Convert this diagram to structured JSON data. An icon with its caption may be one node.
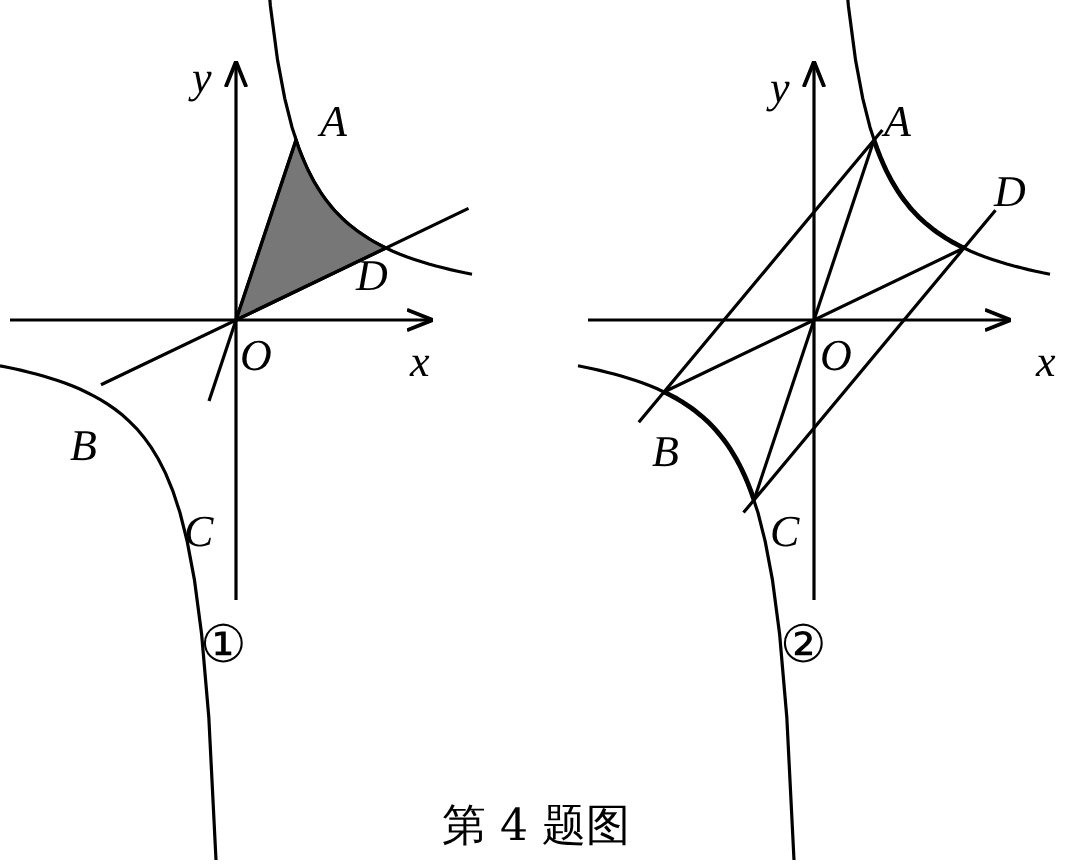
{
  "diagram": {
    "caption": "第 4 题图",
    "labels": [
      "y",
      "A",
      "D",
      "O",
      "x",
      "B",
      "C",
      "①",
      "y",
      "A",
      "D",
      "O",
      "x",
      "B",
      "C",
      "②"
    ]
  }
}
